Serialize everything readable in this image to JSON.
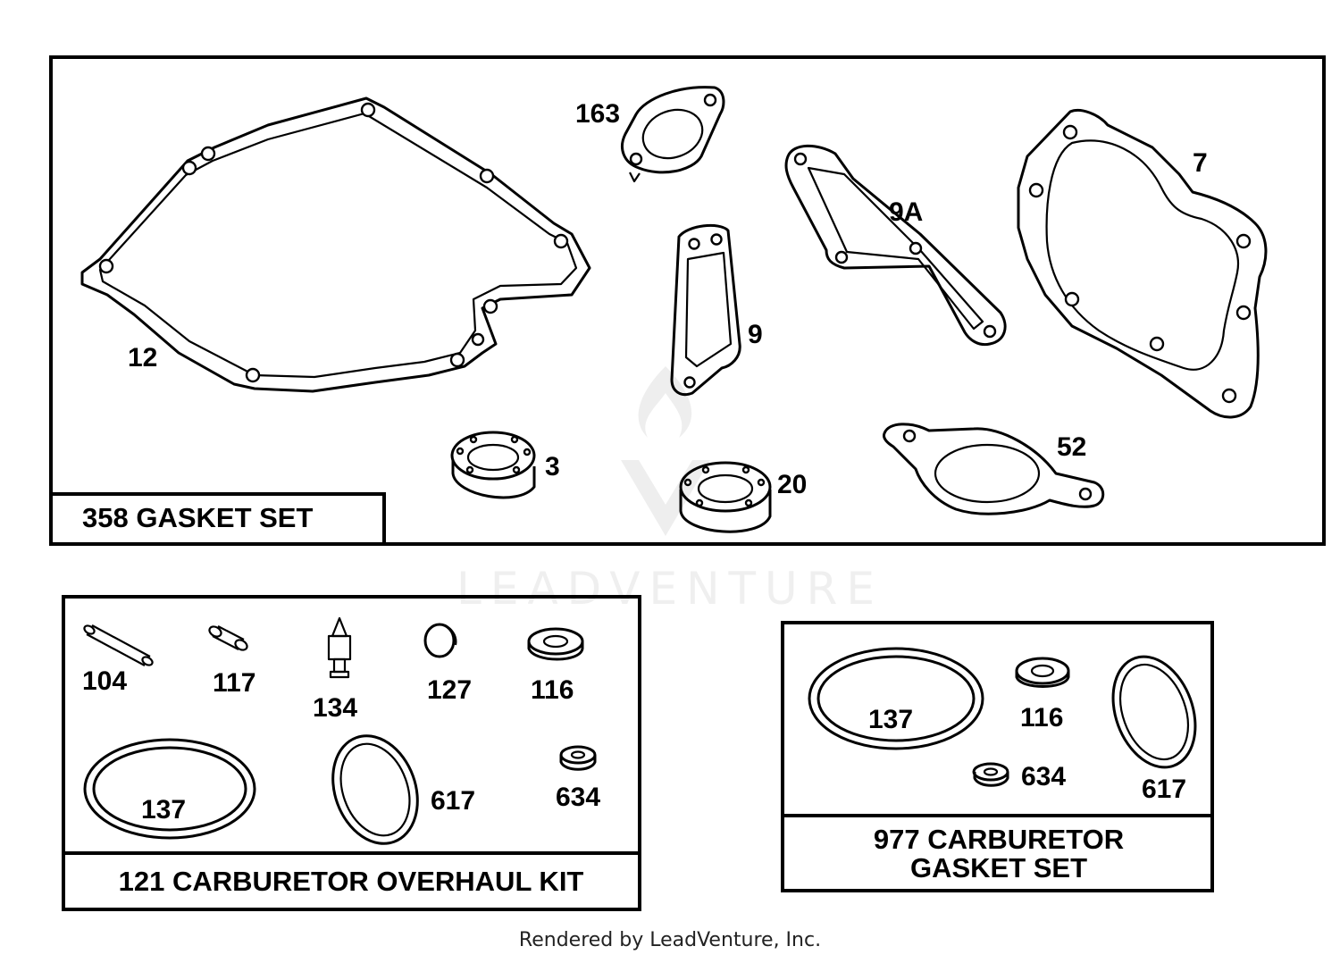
{
  "panels": {
    "gasket_set": {
      "caption": "358 GASKET SET",
      "labels": {
        "p12": "12",
        "p163": "163",
        "p9": "9",
        "p9a": "9A",
        "p7": "7",
        "p3": "3",
        "p20": "20",
        "p52": "52"
      }
    },
    "overhaul_kit": {
      "caption": "121 CARBURETOR OVERHAUL KIT",
      "labels": {
        "p104": "104",
        "p117": "117",
        "p134": "134",
        "p127": "127",
        "p116": "116",
        "p137": "137",
        "p617": "617",
        "p634": "634"
      }
    },
    "carb_gasket_set": {
      "caption_line1": "977 CARBURETOR",
      "caption_line2": "GASKET SET",
      "labels": {
        "p137": "137",
        "p116": "116",
        "p634": "634",
        "p617": "617"
      }
    }
  },
  "watermark": "LEADVENTURE",
  "footer": "Rendered by LeadVenture, Inc."
}
